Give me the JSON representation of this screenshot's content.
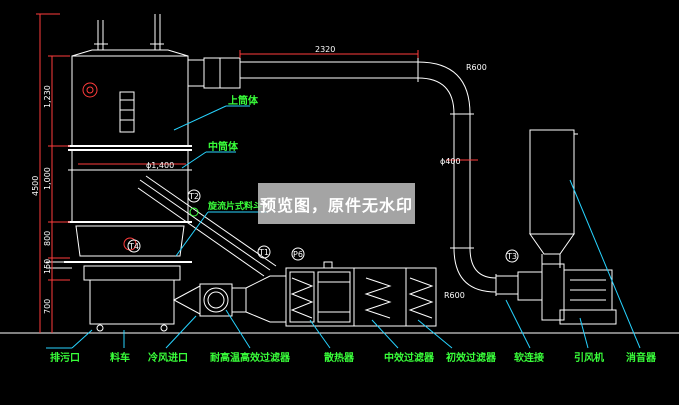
{
  "colors": {
    "background": "#000000",
    "equipment": "#ffffff",
    "dimension": "#ff3b3b",
    "leader": "#27d3ff",
    "label": "#39ff3a",
    "callout": "#39ff3a"
  },
  "dimensions": {
    "pipe_length": "2320",
    "bend_radius_top": "R600",
    "bend_radius_bottom": "R600",
    "pipe_diameter": "ϕ400",
    "body_diameter": "ϕ1,400",
    "total_height": "4500",
    "upper_height": "1,230",
    "middle_height": "1,000",
    "bottom_seg_1": "800",
    "bottom_seg_2": "150",
    "bottom_seg_3": "700"
  },
  "callouts": [
    "T2",
    "T1",
    "P6",
    "T3",
    "T4"
  ],
  "labels": {
    "upper_body": "上筒体",
    "middle_body": "中筒体",
    "spray_gun": "旋流片式料斗",
    "drain": "排污口",
    "cart": "料车",
    "cold_air_inlet": "冷风进口",
    "hepa_filter": "耐高温高效过滤器",
    "heater": "散热器",
    "medium_filter": "中效过滤器",
    "primary_filter": "初效过滤器",
    "soft_joint": "软连接",
    "fan": "引风机",
    "silencer": "消音器"
  },
  "watermark": "预览图，原件无水印"
}
